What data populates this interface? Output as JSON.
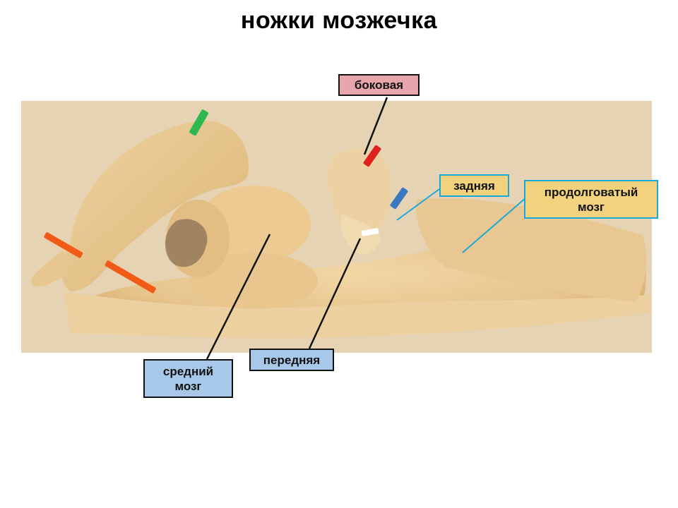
{
  "title": "ножки мозжечка",
  "labels": {
    "bokovaya": "боковая",
    "zadnyaya": "задняя",
    "medulla": "продолговатый\nмозг",
    "perednyaya": "передняя",
    "midbrain": "средний\nмозг"
  },
  "colors": {
    "tissue": "#e9c98f",
    "background_photo": "#e6d3b4",
    "label_pink": "#e8a5ab",
    "label_yellow": "#f2d27c",
    "label_blue": "#a7c8e8",
    "line_black": "#111111",
    "line_cyan": "#1aa7d9",
    "pin_green": "#2fb84f",
    "pin_red": "#e0221e",
    "pin_blue": "#3a78c0",
    "pin_orange": "#f25a17"
  }
}
